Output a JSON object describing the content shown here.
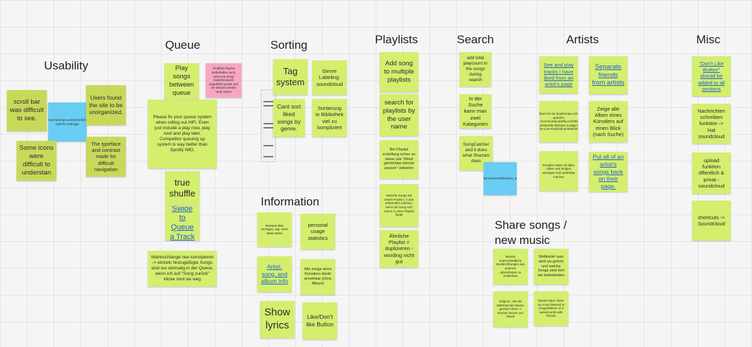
{
  "headings": {
    "usability": "Usability",
    "queue": "Queue",
    "sorting": "Sorting",
    "playlists": "Playlists",
    "search": "Search",
    "artists": "Artists",
    "misc": "Misc",
    "information": "Information",
    "share": "Share songs / new music"
  },
  "notes": {
    "usability": {
      "scroll_bar": "scroll bar was difficult to see.",
      "link": "https://www.theverge.com/2014/5/28/spotify-look-for-redesign",
      "users_found": "Users found the site to be unorganized.",
      "some_icons": "Some icons were difficult to understan",
      "typeface": "The typeface and contrast made for difficult navigation"
    },
    "queue": {
      "play_songs": "Play songs between queue",
      "shuffled": "Shuffled Playlist beibehalten auch wenn ein Song zwischendurch angeklickt wurde und sie danach wieder 'weg' waren",
      "fix_queue": "Please fix your queue system when rolling out HiFi. Even just include a play now, play next and play later. Competitor queuing up system is way better than Spotify IMO.",
      "true_shuffle": "true shuffle",
      "swipe": "Swipe to Queue a Track",
      "warteschlange": "Warteschlange neu konzipieren -> einzeln hinzugefügte Songs sind nur einmalig in der Queue, wenn ich auf \"Song zurück\" klicke sind sie weg"
    },
    "sorting": {
      "tag_system": "Tag system",
      "genre": "Genre Labeling: soundcloud",
      "cant_sort": "Cant sort liked songs by genre.",
      "sortierung": "Sortierung in Bibliothek viel zu kompliziert"
    },
    "playlists": {
      "add_song": "Add song to multiple playlists",
      "search_for": "search for playlists by the user name",
      "bei_playlist": "Bei Playlist erstellung schon so etwas wie \"Meist gehört/das könnte passen\" anbieten",
      "manche": "Manche Songs mit einem Punkt x. A das erkenntlich machen, wenn ein Song sich schon in einer Playlist findet",
      "ahnliche": "Ähnliche Playlist = duplizieren - wording nicht gut"
    },
    "search": {
      "add_total": "add total playcount to the songs during search",
      "in_der_suche": "In der Suche kann man zwei Kategorien",
      "songcatcher": "SongCatcher and it does what Shazam does",
      "link": "https://www.reddit.com/r/truespotify/comments/features_spotify_no_more_music_searching"
    },
    "artists": {
      "see_and_play": "See and play tracks I have liked from an artist's page",
      "separate": "Separate friends from artists",
      "album_link": "Album für ein bestimmtes Artist aufrufen https://community.spotify.com/t5/Live-Ideas/Spotify-Release-a-page-for-the-Live-Radio/idi-p/4948320",
      "zeige_alle": "Zeige alle Alben eines Künstlers auf einen Blick (nach Suche)",
      "small_texts": "Künstler-Seite mit allen Alben und Singles anzeigen und sortierbar machen",
      "put_all": "Put all of an artist's songs back on their page."
    },
    "misc": {
      "dont_like": "\"Don't Like Button\" should be added to all sections",
      "nachrichten": "Nachrichten schreiben funktion -> Hat soundcloud",
      "upload": "upload funktion öffentlich & privat - soundcloud",
      "shortcuts": "shortcuts -> Soundcloud"
    },
    "information": {
      "release_date": "Release date anzeigen, alg. mehr Meta Daten",
      "personal_usage": "personal usage statistics",
      "artist_song": "Artist, song, and album info",
      "alle_songs": "Alle songs eines Künstlers direkt einsehbar (ohne Album)",
      "show_lyrics": "Show lyrics",
      "like_dont": "Like/Don't like Button"
    },
    "share": {
      "bereits": "Bereits unterschiedliche Musikrichtungen aus anderen Jahrzehnten zu entdecken",
      "weltkarte": "Weltkarte! was wird wo gehört und welche Songs sind dort am beliebtesten",
      "zeigt_an": "Zeigt an, wie die Mehrheit der Nutzer gerade hören -> Kennen lernen von Musik",
      "feature_idea": "feature idea: share my most listened to songs/albums of a week/month with friends"
    }
  },
  "colors": {
    "note_green": "#d4ee6e",
    "note_olive": "#c8d95a",
    "note_blue": "#69cdf3",
    "note_pink": "#f7a6c4",
    "link_blue": "#1f62c9"
  }
}
